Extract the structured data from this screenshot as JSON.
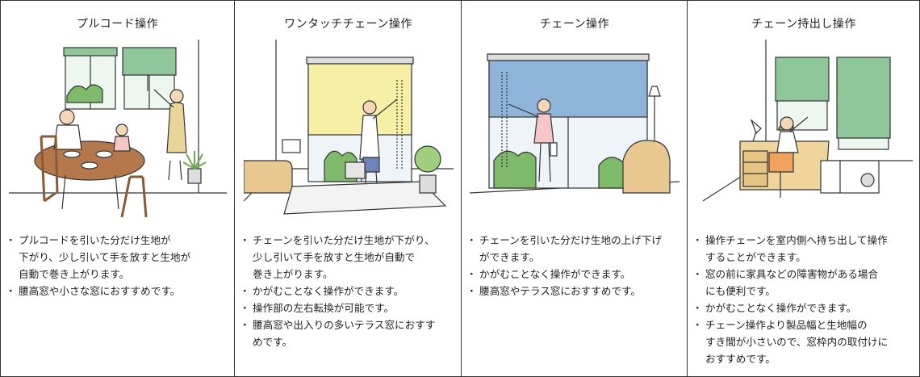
{
  "columns": [
    {
      "title": "プルコード操作",
      "bullets": [
        "プルコードを引いた分だけ生地が\n下がり、少し引いて手を放すと生地が\n自動で巻き上がります。",
        "腰高窓や小さな窓におすすめです。"
      ]
    },
    {
      "title": "ワンタッチチェーン操作",
      "bullets": [
        "チェーンを引いた分だけ生地が下がり、\n少し引いて手を放すと生地が自動で\n巻き上がります。",
        "かがむことなく操作ができます。",
        "操作部の左右転換が可能です。",
        "腰高窓や出入りの多いテラス窓におすす\nめです。"
      ]
    },
    {
      "title": "チェーン操作",
      "bullets": [
        "チェーンを引いた分だけ生地の上げ下げ\nができます。",
        "かがむことなく操作ができます。",
        "腰高窓やテラス窓におすすめです。"
      ]
    },
    {
      "title": "チェーン持出し操作",
      "bullets": [
        "操作チェーンを室内側へ持ち出して操作\nすることができます。",
        "窓の前に家具などの障害物がある場合\nにも便利です。",
        "かがむことなく操作ができます。",
        "チェーン操作より製品幅と生地幅の\nすき間が小さいので、窓枠内の取付けに\nおすすめです。"
      ]
    }
  ],
  "colors": {
    "border": "#333333",
    "blind_green": "#8fc79a",
    "blind_yellow": "#f6efa6",
    "blind_blue": "#8fb4d9",
    "wood": "#b5784a",
    "sofa": "#e8c890",
    "plant": "#6aa84f"
  }
}
